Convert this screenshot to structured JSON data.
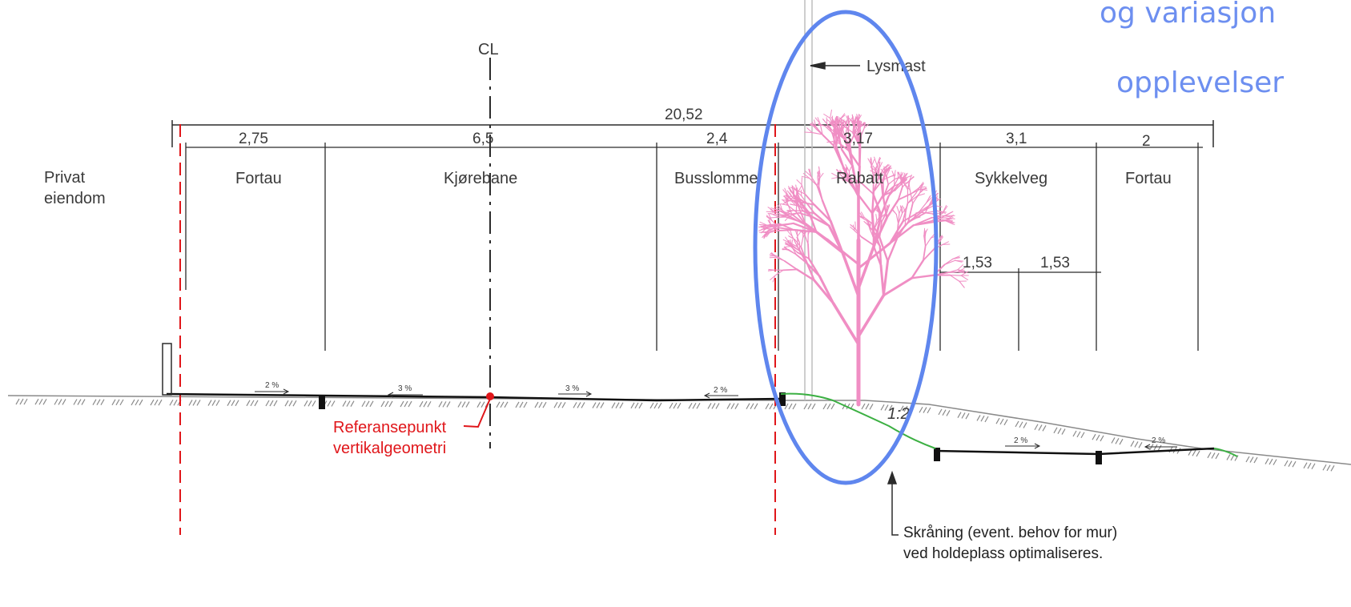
{
  "overlay_text": {
    "line1": "og variasjon",
    "line2": "opplevelser"
  },
  "centerline_label": "CL",
  "lightpole_label": "Lysmast",
  "total_width": "20,52",
  "dimensions": [
    "2,75",
    "6,5",
    "2,4",
    "3,17",
    "3,1",
    "2"
  ],
  "sub_dimensions": [
    "1,53",
    "1,53"
  ],
  "zones": {
    "private": [
      "Privat",
      "eiendom"
    ],
    "fortau_left": "Fortau",
    "kjorebane": "Kjørebane",
    "busslomme": "Busslomme",
    "rabatt": "Rabatt",
    "sykkelveg": "Sykkelveg",
    "fortau_right": "Fortau"
  },
  "slopes": [
    "2 %",
    "3 %",
    "3 %",
    "2 %",
    "2 %",
    "2 %"
  ],
  "embankment_ratio": "1:2",
  "reference_point": [
    "Referansepunkt",
    "vertikalgeometri"
  ],
  "note": [
    "Skråning (event. behov for mur)",
    "ved holdeplass optimaliseres."
  ],
  "colors": {
    "line": "#2b2b2b",
    "reference_red": "#e0161a",
    "tree_pink": "#f08ec4",
    "highlight_blue": "#5f86ee",
    "slope_green": "#3cb043",
    "ground_gray": "#8a8a8a"
  }
}
